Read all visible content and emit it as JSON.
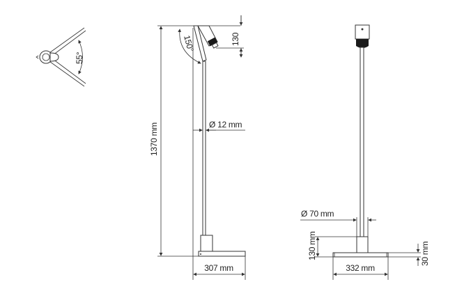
{
  "top_view": {
    "angle_label": "55°"
  },
  "side_view": {
    "height_label": "1370 mm",
    "tilt_label": "150°",
    "head_label": "130",
    "stem_diameter_label": "Ø 12 mm",
    "base_width_label": "307 mm"
  },
  "front_view": {
    "block_diameter_label": "Ø 70 mm",
    "block_height_label": "130 mm",
    "plate_height_label": "30 mm",
    "base_width_label": "332 mm"
  },
  "colors": {
    "line": "#333333",
    "fill": "#ffffff",
    "dark": "#1a1a1a"
  }
}
